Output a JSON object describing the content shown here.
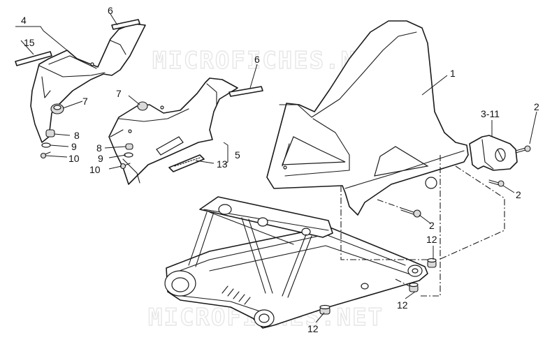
{
  "watermark": "MICROFICHES.NET",
  "callouts": {
    "c1": "1",
    "c2a": "2",
    "c2b": "2",
    "c2c": "2",
    "c3_11": "3-11",
    "c4": "4",
    "c5": "5",
    "c6a": "6",
    "c6b": "6",
    "c7a": "7",
    "c7b": "7",
    "c8a": "8",
    "c8b": "8",
    "c9a": "9",
    "c9b": "9",
    "c10a": "10",
    "c10b": "10",
    "c12a": "12",
    "c12b": "12",
    "c12c": "12",
    "c13": "13",
    "c15": "15"
  },
  "colors": {
    "line": "#1a1a1a",
    "background": "#ffffff",
    "watermark": "#e6e6e6"
  }
}
